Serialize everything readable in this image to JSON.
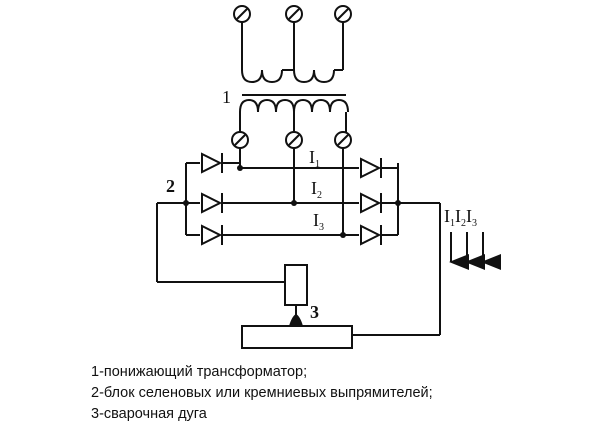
{
  "diagram": {
    "labels": {
      "transformer": "1",
      "rectifier": "2",
      "arc": "3"
    },
    "currents": {
      "i1": {
        "main": "I",
        "sub": "1"
      },
      "i2": {
        "main": "I",
        "sub": "2"
      },
      "i3": {
        "main": "I",
        "sub": "3"
      }
    },
    "output_currents": [
      {
        "main": "I",
        "sub": "1"
      },
      {
        "main": "I",
        "sub": "2"
      },
      {
        "main": "I",
        "sub": "3"
      }
    ]
  },
  "legend": {
    "items": [
      "1-понижающий трансформатор;",
      "2-блок селеновых или кремниевых выпрямителей;",
      "3-сварочная дуга"
    ]
  }
}
